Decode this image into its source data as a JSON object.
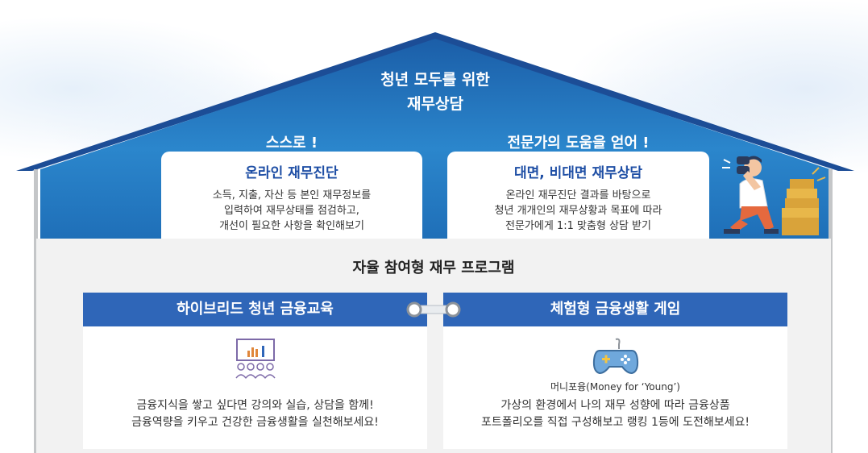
{
  "roof": {
    "title_line1": "청년 모두를 위한",
    "title_line2": "재무상담"
  },
  "self_service": {
    "heading": "스스로 !",
    "card_title": "온라인 재무진단",
    "lines": [
      "소득, 지출, 자산 등 본인 재무정보를",
      "입력하여 재무상태를 점검하고,",
      "개선이 필요한 사항을 확인해보기"
    ]
  },
  "expert": {
    "heading": "전문가의 도움을 얻어 !",
    "card_title": "대면, 비대면 재무상담",
    "lines": [
      "온라인 재무진단 결과를 바탕으로",
      "청년 개개인의 재무상황과 목표에 따라",
      "전문가에게 1:1 맞춤형 상담 받기"
    ]
  },
  "program": {
    "title": "자율 참여형 재무 프로그램",
    "education": {
      "title": "하이브리드 청년 금융교육",
      "icon": "lecture-icon",
      "lines": [
        "금융지식을 쌓고 싶다면 강의와 실습, 상담을 함께!",
        "금융역량을 키우고 건강한 금융생활을 실천해보세요!"
      ]
    },
    "game": {
      "title": "체험형 금융생활 게임",
      "icon": "gamepad-icon",
      "name": "머니포융(Money for ‘Young’)",
      "lines": [
        "가상의 환경에서 나의 재무 성향에 따라 금융상품",
        "포트폴리오를 직접 구성해보고 랭킹 1등에 도전해보세요!"
      ]
    }
  },
  "colors": {
    "roof_dark": "#1d4e9c",
    "roof_light": "#2a8ad0",
    "card_title": "#1f4fa5",
    "bar_blue": "#2f66b8",
    "body_gray": "#f2f2f2"
  }
}
